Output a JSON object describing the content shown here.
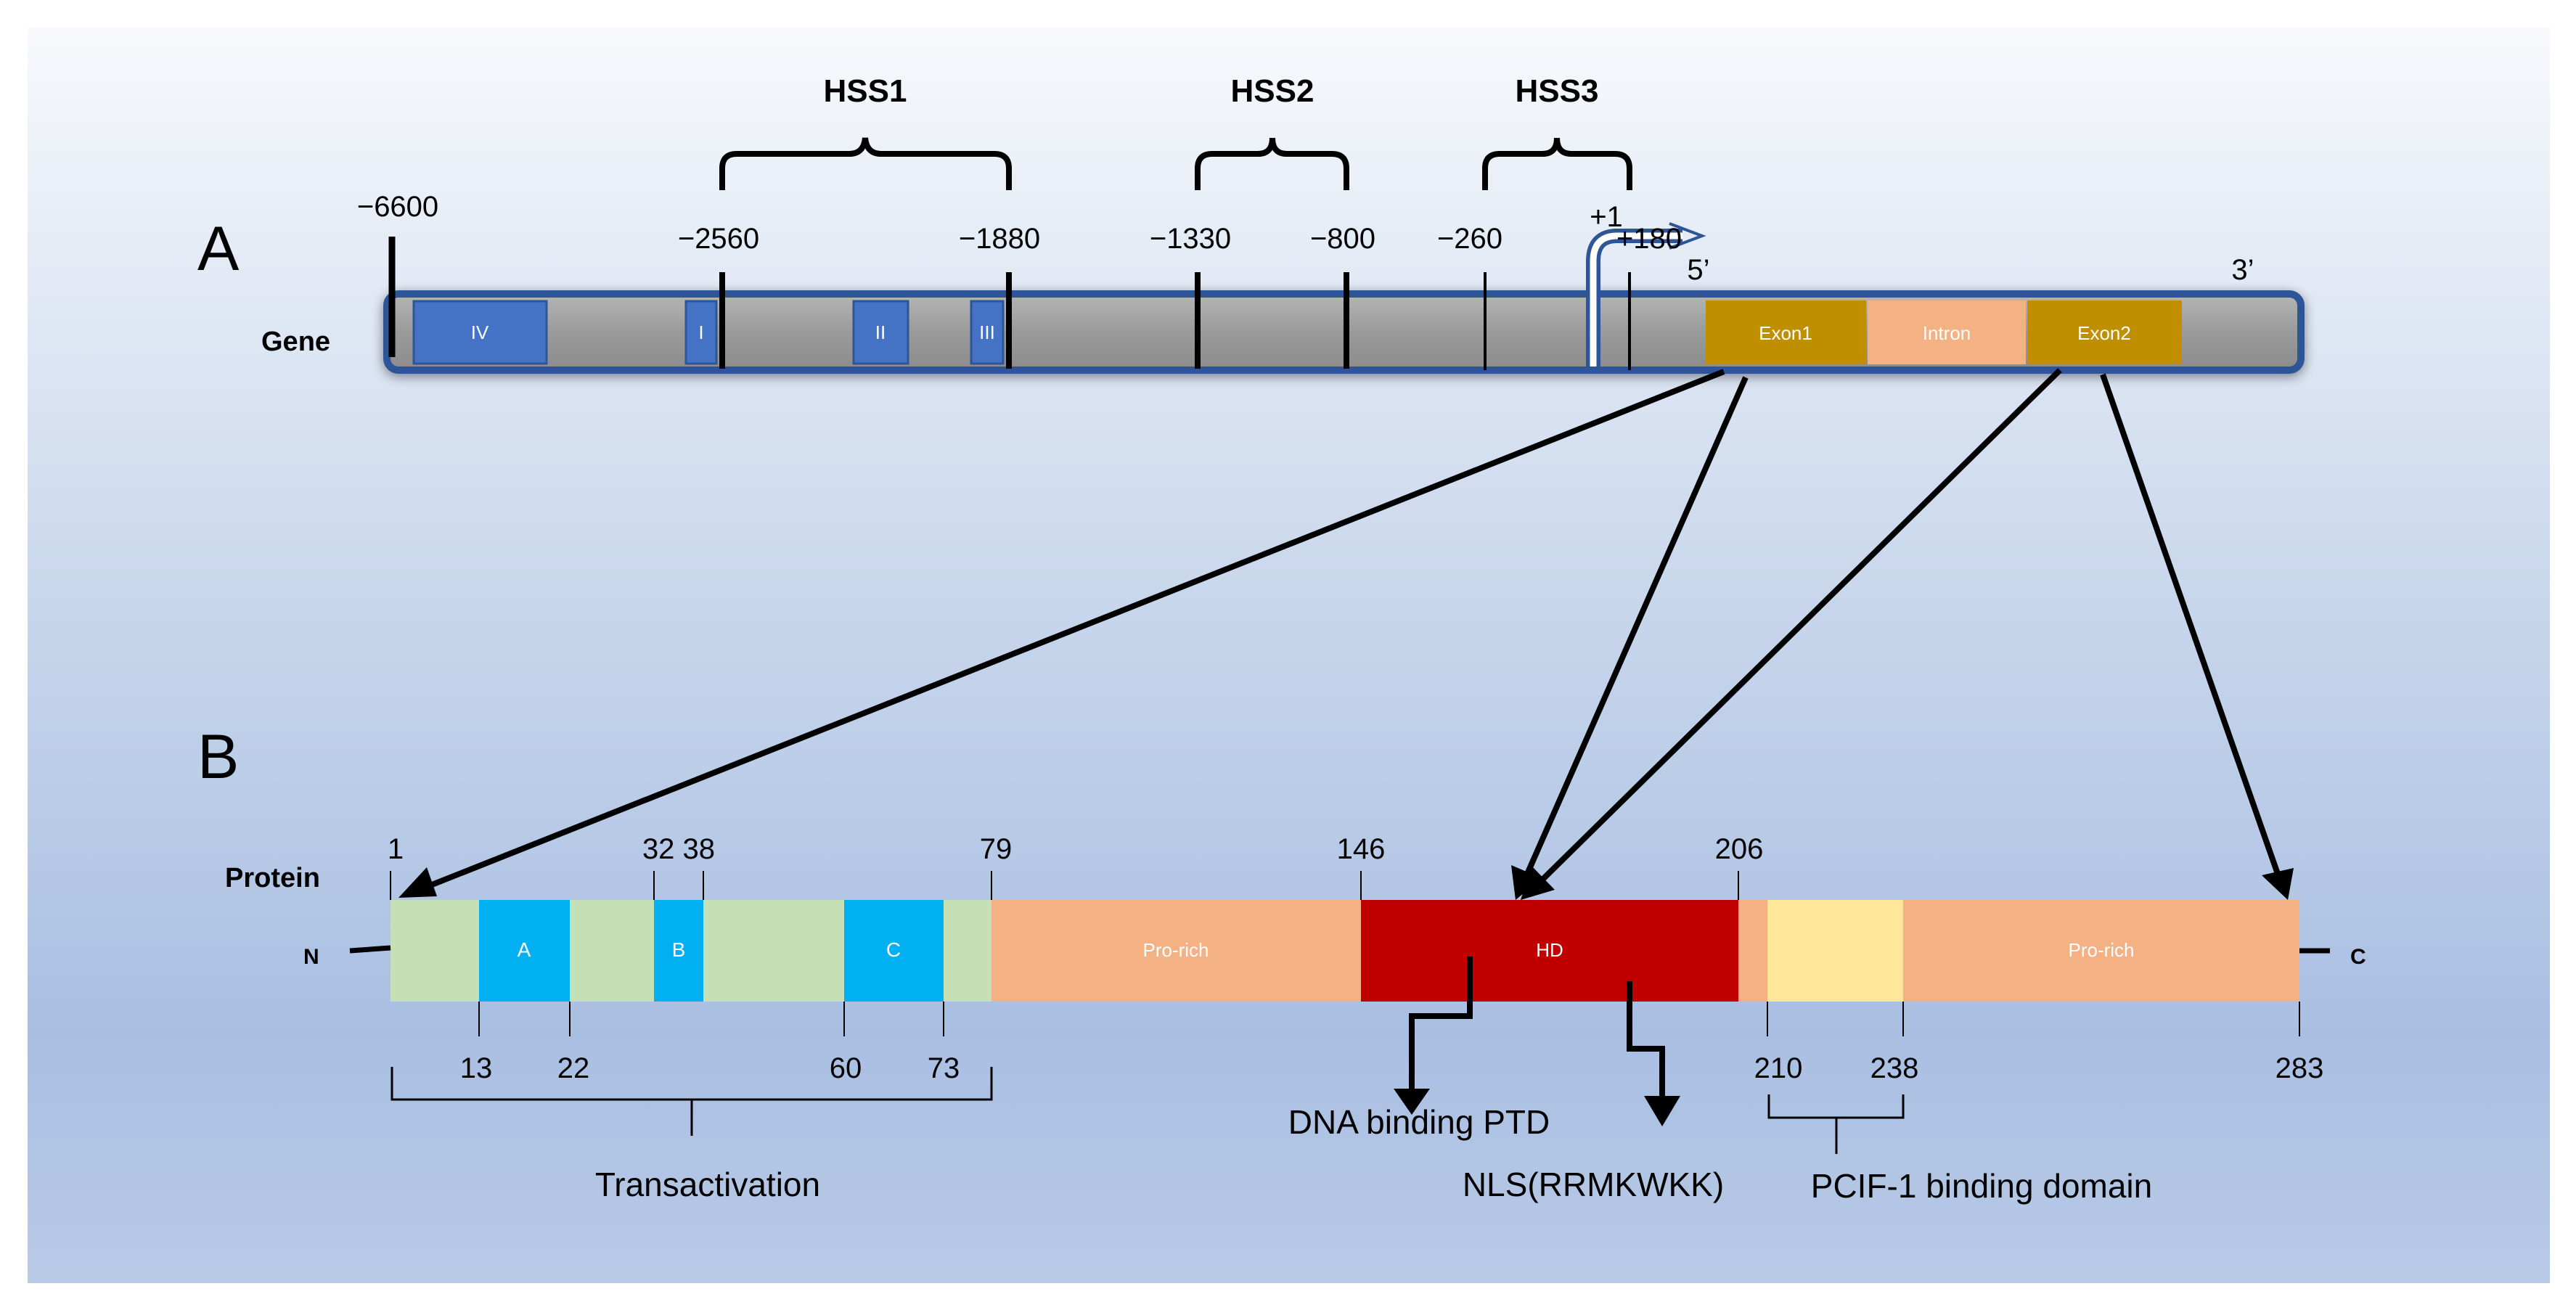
{
  "panel_a": {
    "letter": "A",
    "row_label": "Gene",
    "hss": [
      {
        "label": "HSS1",
        "start": "−2560",
        "end": "−1880"
      },
      {
        "label": "HSS2",
        "start": "−1330",
        "end": "−800"
      },
      {
        "label": "HSS3",
        "start": "−260",
        "end": "+180"
      }
    ],
    "upstream_label": "−6600",
    "tss_label": "+1",
    "five_prime": "5’",
    "three_prime": "3’",
    "boxes": {
      "iv": "IV",
      "i": "I",
      "ii": "II",
      "iii": "III"
    },
    "exon1": "Exon1",
    "intron": "Intron",
    "exon2": "Exon2"
  },
  "panel_b": {
    "letter": "B",
    "row_label": "Protein",
    "n_term": "N",
    "c_term": "C",
    "top_positions": [
      "1",
      "32 38",
      "79",
      "146",
      "206"
    ],
    "bottom_positions": [
      "13",
      "22",
      "60",
      "73",
      "210",
      "238",
      "283"
    ],
    "domains": {
      "a": "A",
      "b": "B",
      "c": "C",
      "pro_rich_1": "Pro-rich",
      "hd": "HD",
      "pro_rich_2": "Pro-rich"
    },
    "transactivation": "Transactivation",
    "dna_binding": "DNA binding PTD",
    "nls": "NLS(RRMKWKK)",
    "pcif": "PCIF-1 binding domain"
  },
  "colors": {
    "gene_bar": "#9a9a9a",
    "gene_border": "#2e5597",
    "box_blue": "#4472c4",
    "exon": "#bf8f00",
    "intron": "#f4b183",
    "green": "#c5e0b4",
    "cyan": "#00b0f0",
    "pro_rich": "#f4b183",
    "hd": "#c00000",
    "pcif": "#ffe699"
  }
}
